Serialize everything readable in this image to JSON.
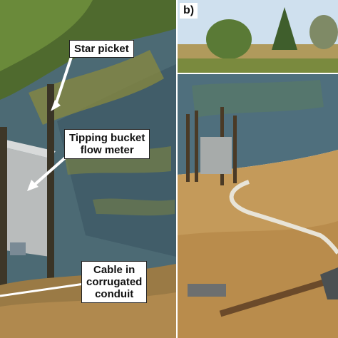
{
  "figure": {
    "panel_b_label": "b)",
    "callouts": {
      "star_picket": "Star picket",
      "flow_meter_line1": "Tipping bucket",
      "flow_meter_line2": "flow meter",
      "cable_line1": "Cable in",
      "cable_line2": "corrugated",
      "cable_line3": "conduit"
    }
  },
  "colors": {
    "water": "#4f6f7d",
    "dry_grass": "#c49a5a",
    "sky": "#cfe0ee",
    "vegetation": "#5d7a3a"
  }
}
